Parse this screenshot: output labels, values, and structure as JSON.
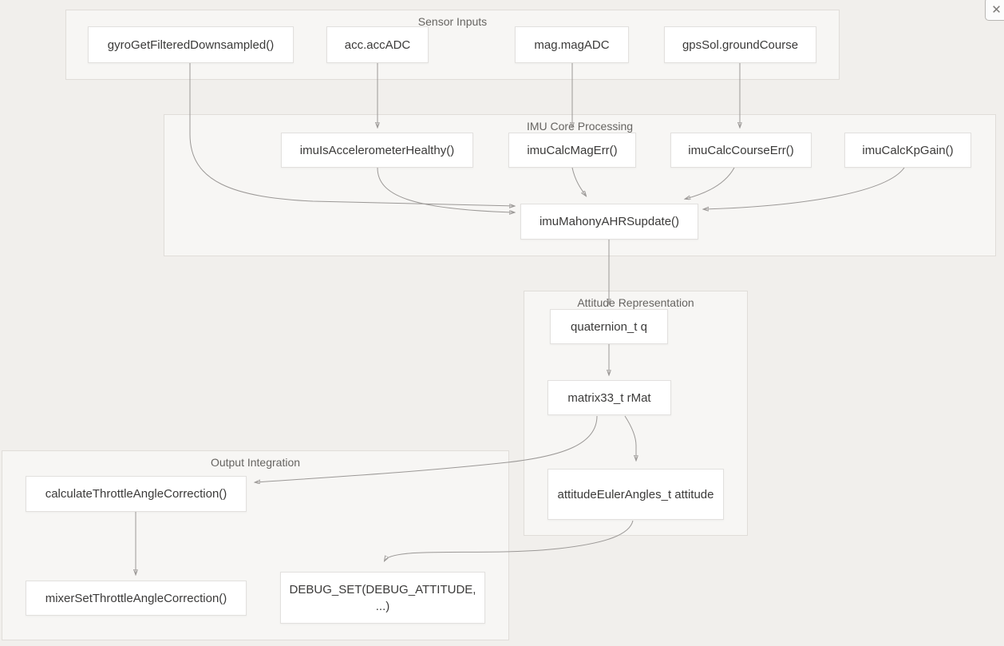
{
  "window": {
    "close_glyph": "✕"
  },
  "diagram": {
    "groups": [
      {
        "title": "Sensor Inputs"
      },
      {
        "title": "IMU Core Processing"
      },
      {
        "title": "Attitude Representation"
      },
      {
        "title": "Output Integration"
      }
    ],
    "nodes": [
      {
        "label": "gyroGetFilteredDownsampled()"
      },
      {
        "label": "acc.accADC"
      },
      {
        "label": "mag.magADC"
      },
      {
        "label": "gpsSol.groundCourse"
      },
      {
        "label": "imuIsAccelerometerHealthy()"
      },
      {
        "label": "imuCalcMagErr()"
      },
      {
        "label": "imuCalcCourseErr()"
      },
      {
        "label": "imuCalcKpGain()"
      },
      {
        "label": "imuMahonyAHRSupdate()"
      },
      {
        "label": "quaternion_t q"
      },
      {
        "label": "matrix33_t rMat"
      },
      {
        "label": "attitudeEulerAngles_t attitude"
      },
      {
        "label": "calculateThrottleAngleCorrection()"
      },
      {
        "label": "mixerSetThrottleAngleCorrection()"
      },
      {
        "label": "DEBUG_SET(DEBUG_ATTITUDE, ...)"
      }
    ],
    "colors": {
      "background": "#f1efec",
      "group_fill": "#f7f6f4",
      "group_border": "#e0ddd9",
      "node_fill": "#ffffff",
      "node_border": "#e2e0de",
      "node_text": "#3b3a39",
      "group_title_text": "#666461",
      "edge": "#9b9896"
    }
  }
}
